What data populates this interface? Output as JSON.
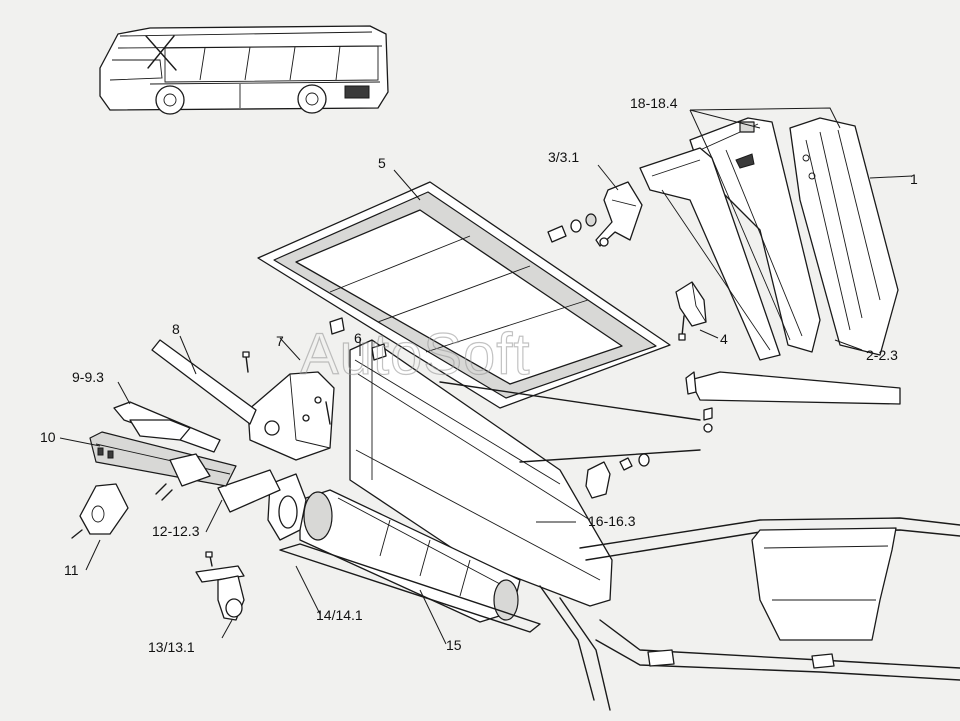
{
  "watermark": "AutoSoft",
  "callouts": {
    "c1": "1",
    "c2": "2-2.3",
    "c3": "3/3.1",
    "c4": "4",
    "c5": "5",
    "c6": "6",
    "c7": "7",
    "c8": "8",
    "c9": "9-9.3",
    "c10": "10",
    "c11": "11",
    "c12": "12-12.3",
    "c13": "13/13.1",
    "c14": "14/14.1",
    "c15": "15",
    "c16": "16-16.3",
    "c18": "18-18.4"
  }
}
